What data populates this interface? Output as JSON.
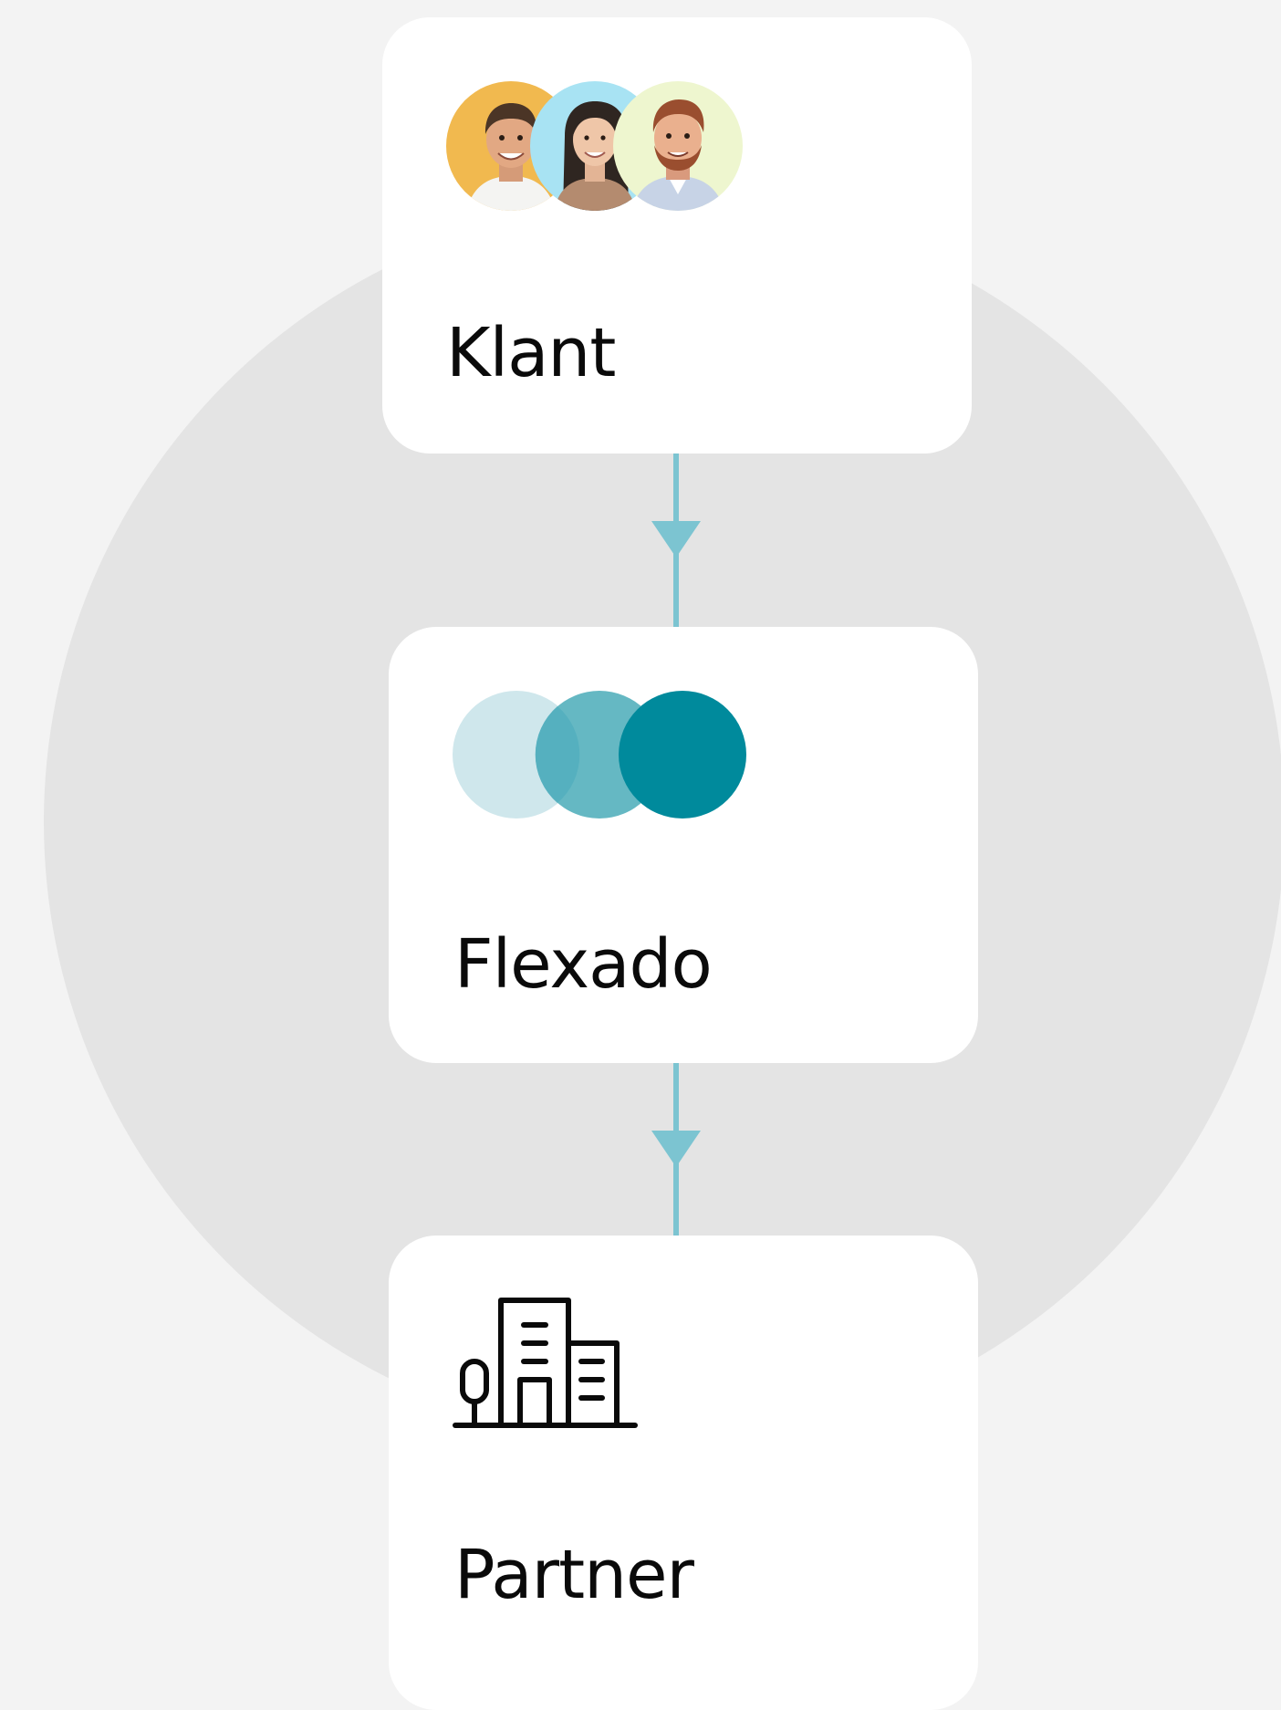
{
  "nodes": [
    {
      "id": "klant",
      "label": "Klant",
      "icon": "customer-avatars"
    },
    {
      "id": "flexado",
      "label": "Flexado",
      "icon": "flexado-circles-logo"
    },
    {
      "id": "partner",
      "label": "Partner",
      "icon": "building-icon"
    }
  ],
  "edges": [
    {
      "from": "klant",
      "to": "flexado"
    },
    {
      "from": "flexado",
      "to": "partner"
    }
  ],
  "colors": {
    "page_background": "#f3f3f3",
    "circle_background": "#e4e4e4",
    "card": "#ffffff",
    "connector": "#7cc4d1",
    "logo_light": "#cfe7ec",
    "logo_mid": "#65b8c3",
    "logo_dark": "#008a9c"
  }
}
